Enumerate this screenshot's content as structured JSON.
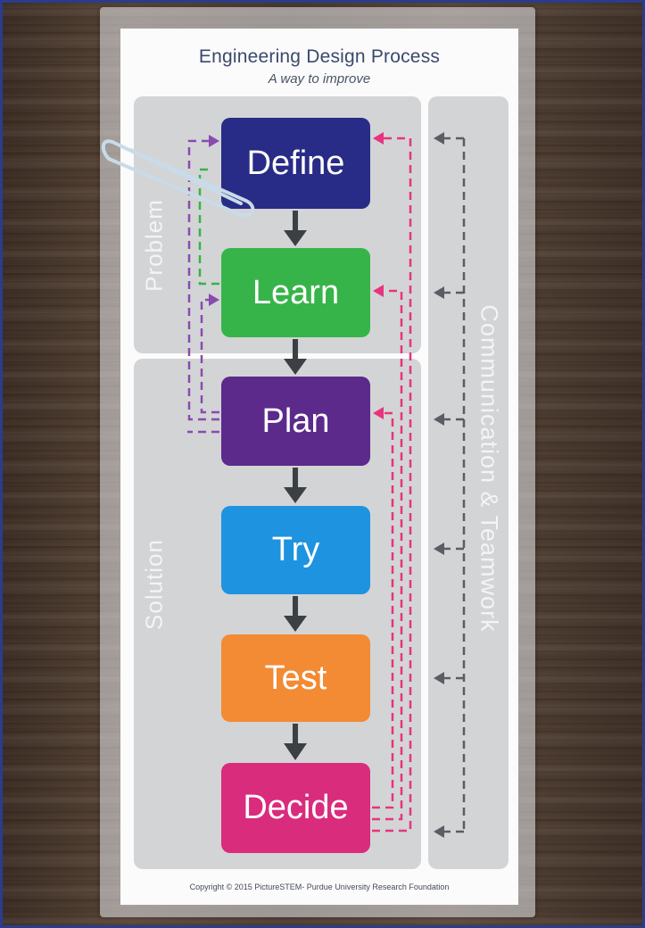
{
  "diagram": {
    "title": "Engineering Design Process",
    "subtitle": "A way to improve",
    "regions": {
      "problem": "Problem",
      "solution": "Solution",
      "communication": "Communication & Teamwork"
    },
    "steps": [
      "Define",
      "Learn",
      "Plan",
      "Try",
      "Test",
      "Decide"
    ],
    "copyright": "Copyright © 2015 PictureSTEM- Purdue University Research Foundation"
  },
  "colors": {
    "define": "#282c86",
    "learn": "#37b449",
    "plan": "#5b2a8b",
    "try": "#1e93df",
    "test": "#f38a34",
    "decide": "#d92c7d",
    "feedback_purple": "#8a4bb0",
    "feedback_green": "#37b449",
    "feedback_pink": "#e8347e",
    "communication_arrows": "#5a5d63",
    "flow_arrows": "#3c3f44"
  }
}
